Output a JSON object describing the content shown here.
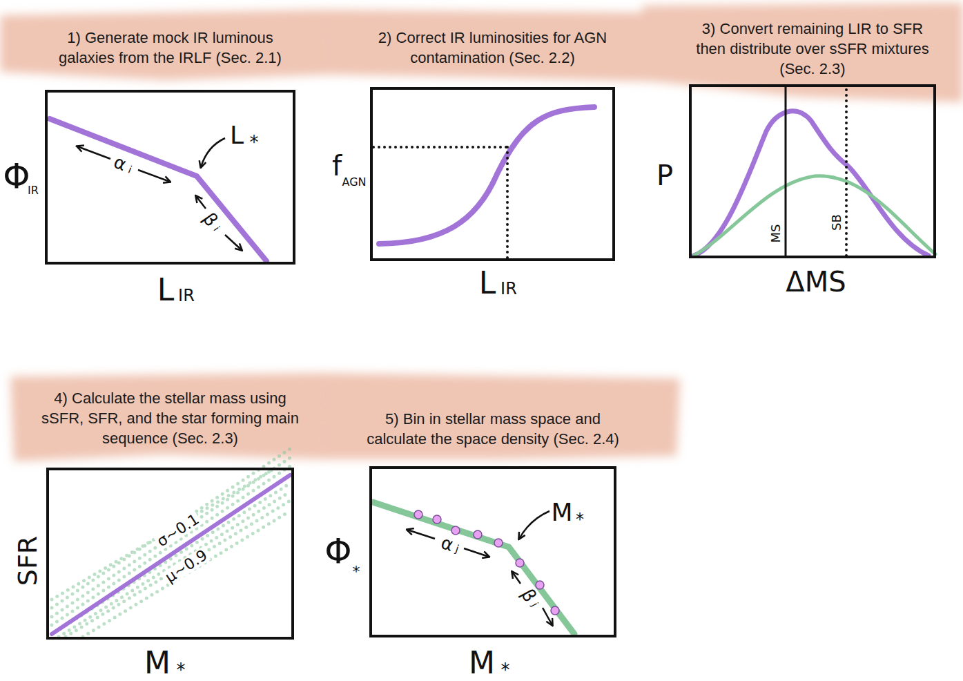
{
  "diagram": {
    "nodes": [
      {
        "text": [
          "1) Generate mock IR luminous galaxies from the IRLF (Sec. 2.1)"
        ]
      },
      {
        "text": [
          "2) Correct IR luminosities for AGN contamination (Sec. 2.2)"
        ]
      },
      {
        "text": [
          "3) Convert remaining LIR to SFR then distribute over sSFR mixtures (Sec. 2.3)"
        ]
      },
      {
        "text": [
          "4) Calculate the stellar mass using sSFR, SFR, and the star forming main sequence (Sec. 2.3)"
        ]
      },
      {
        "text": [
          "5) Bin in stellar mass space and calculate the space density (Sec. 2.4)"
        ]
      }
    ],
    "labels": [
      "Φ",
      "IR",
      "L",
      "IR",
      "α",
      "i",
      "β",
      "i",
      "L",
      "*",
      "f",
      "AGN",
      "L",
      "IR",
      "P",
      "ΔMS",
      "MS",
      "SB",
      "SFR",
      "σ~0.1",
      "μ~0.9",
      "M",
      "*",
      "Φ",
      "*",
      "α",
      "j",
      "β",
      "j",
      "M",
      "*",
      "M",
      "*"
    ]
  }
}
